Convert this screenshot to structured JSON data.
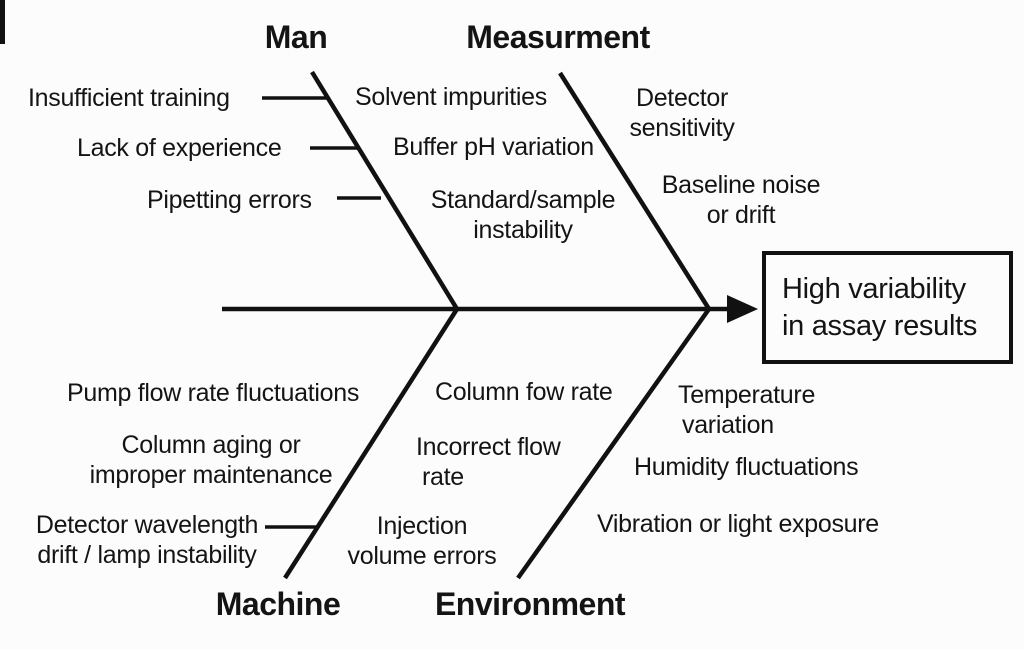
{
  "diagram_type": "fishbone-cause-effect",
  "effect": {
    "lines": [
      "High variability",
      "in assay results"
    ]
  },
  "categories": {
    "man": {
      "label": "Man"
    },
    "measurement": {
      "label": "Measurment"
    },
    "machine": {
      "label": "Machine"
    },
    "environment": {
      "label": "Environment"
    }
  },
  "causes": {
    "man": [
      {
        "lines": [
          "Insufficient training"
        ]
      },
      {
        "lines": [
          "Lack of experience"
        ]
      },
      {
        "lines": [
          "Pipetting errors"
        ]
      }
    ],
    "measurement": [
      {
        "lines": [
          "Solvent impurities"
        ]
      },
      {
        "lines": [
          "Buffer pH variation"
        ]
      },
      {
        "lines": [
          "Standard/sample",
          "instability"
        ]
      },
      {
        "lines": [
          "Detector",
          "sensitivity"
        ]
      },
      {
        "lines": [
          "Baseline noise",
          "or drift"
        ]
      }
    ],
    "machine": [
      {
        "lines": [
          "Pump flow rate fluctuations"
        ]
      },
      {
        "lines": [
          "Column aging or",
          "improper maintenance"
        ]
      },
      {
        "lines": [
          "Detector wavelength",
          "drift / lamp instability"
        ]
      }
    ],
    "environment": [
      {
        "lines": [
          "Column fow rate"
        ]
      },
      {
        "lines": [
          "Incorrect flow",
          "rate"
        ]
      },
      {
        "lines": [
          "Injection",
          "volume errors"
        ]
      },
      {
        "lines": [
          "Temperature",
          "variation"
        ]
      },
      {
        "lines": [
          "Humidity fluctuations"
        ]
      },
      {
        "lines": [
          "Vibration or light exposure"
        ]
      }
    ]
  },
  "colors": {
    "line": "#111111",
    "text": "#141414",
    "background": "#fcfcfc"
  }
}
